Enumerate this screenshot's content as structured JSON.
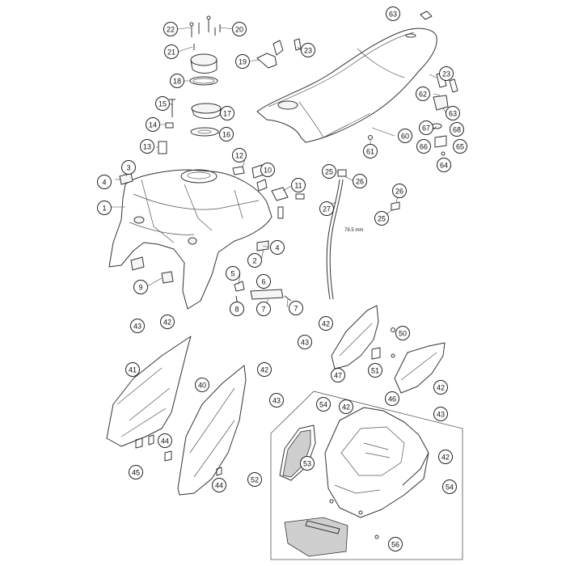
{
  "diagram": {
    "hose_length_note": "78.5 mm",
    "callouts": [
      {
        "id": "c-22a",
        "label": "22"
      },
      {
        "id": "c-20",
        "label": "20"
      },
      {
        "id": "c-63a",
        "label": "63"
      },
      {
        "id": "c-21",
        "label": "21"
      },
      {
        "id": "c-19",
        "label": "19"
      },
      {
        "id": "c-23a",
        "label": "23"
      },
      {
        "id": "c-18",
        "label": "18"
      },
      {
        "id": "c-23b",
        "label": "23"
      },
      {
        "id": "c-15",
        "label": "15"
      },
      {
        "id": "c-17",
        "label": "17"
      },
      {
        "id": "c-62",
        "label": "62"
      },
      {
        "id": "c-63b",
        "label": "63"
      },
      {
        "id": "c-14",
        "label": "14"
      },
      {
        "id": "c-16",
        "label": "16"
      },
      {
        "id": "c-67",
        "label": "67"
      },
      {
        "id": "c-68",
        "label": "68"
      },
      {
        "id": "c-60",
        "label": "60"
      },
      {
        "id": "c-13",
        "label": "13"
      },
      {
        "id": "c-61",
        "label": "61"
      },
      {
        "id": "c-66",
        "label": "66"
      },
      {
        "id": "c-65",
        "label": "65"
      },
      {
        "id": "c-12",
        "label": "12"
      },
      {
        "id": "c-64",
        "label": "64"
      },
      {
        "id": "c-3",
        "label": "3"
      },
      {
        "id": "c-10",
        "label": "10"
      },
      {
        "id": "c-25a",
        "label": "25"
      },
      {
        "id": "c-26a",
        "label": "26"
      },
      {
        "id": "c-4a",
        "label": "4"
      },
      {
        "id": "c-11",
        "label": "11"
      },
      {
        "id": "c-26b",
        "label": "26"
      },
      {
        "id": "c-1",
        "label": "1"
      },
      {
        "id": "c-27",
        "label": "27"
      },
      {
        "id": "c-25b",
        "label": "25"
      },
      {
        "id": "c-4b",
        "label": "4"
      },
      {
        "id": "c-2",
        "label": "2"
      },
      {
        "id": "c-5",
        "label": "5"
      },
      {
        "id": "c-6",
        "label": "6"
      },
      {
        "id": "c-9",
        "label": "9"
      },
      {
        "id": "c-8",
        "label": "8"
      },
      {
        "id": "c-7a",
        "label": "7"
      },
      {
        "id": "c-7b",
        "label": "7"
      },
      {
        "id": "c-42a",
        "label": "42"
      },
      {
        "id": "c-43a",
        "label": "43"
      },
      {
        "id": "c-42b",
        "label": "42"
      },
      {
        "id": "c-43b",
        "label": "43"
      },
      {
        "id": "c-50",
        "label": "50"
      },
      {
        "id": "c-41",
        "label": "41"
      },
      {
        "id": "c-51",
        "label": "51"
      },
      {
        "id": "c-47",
        "label": "47"
      },
      {
        "id": "c-42c",
        "label": "42"
      },
      {
        "id": "c-40",
        "label": "40"
      },
      {
        "id": "c-42d",
        "label": "42"
      },
      {
        "id": "c-46",
        "label": "46"
      },
      {
        "id": "c-43c",
        "label": "43"
      },
      {
        "id": "c-43d",
        "label": "43"
      },
      {
        "id": "c-54a",
        "label": "54"
      },
      {
        "id": "c-42e",
        "label": "42"
      },
      {
        "id": "c-44a",
        "label": "44"
      },
      {
        "id": "c-45",
        "label": "45"
      },
      {
        "id": "c-53",
        "label": "53"
      },
      {
        "id": "c-42f",
        "label": "42"
      },
      {
        "id": "c-52",
        "label": "52"
      },
      {
        "id": "c-44b",
        "label": "44"
      },
      {
        "id": "c-54b",
        "label": "54"
      },
      {
        "id": "c-56",
        "label": "56"
      }
    ]
  }
}
